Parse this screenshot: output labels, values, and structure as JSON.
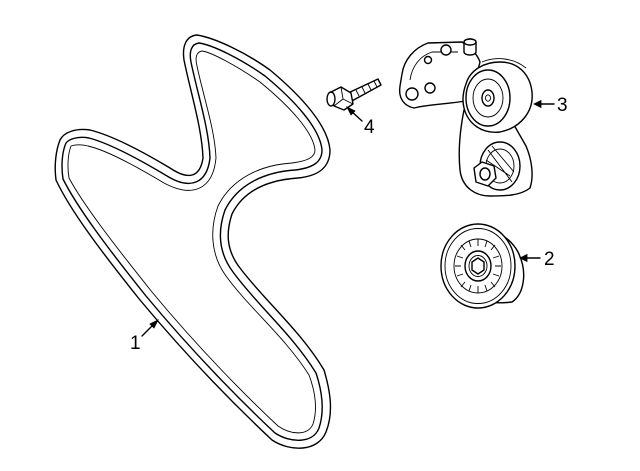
{
  "callouts": [
    {
      "id": 1,
      "label": "1"
    },
    {
      "id": 2,
      "label": "2"
    },
    {
      "id": 3,
      "label": "3"
    },
    {
      "id": 4,
      "label": "4"
    }
  ],
  "colors": {
    "line": "#000000",
    "background": "#ffffff"
  }
}
